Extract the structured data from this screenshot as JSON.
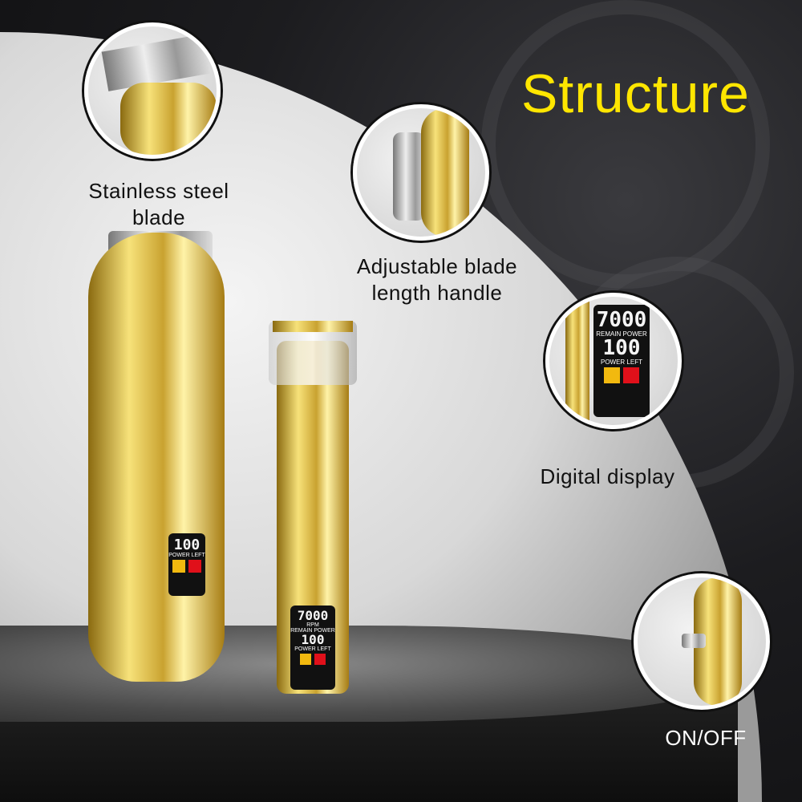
{
  "title": "Structure",
  "callouts": [
    {
      "label_line1": "Stainless steel",
      "label_line2": "blade"
    },
    {
      "label_line1": "Adjustable blade",
      "label_line2": "length handle"
    },
    {
      "label_line1": "Digital display"
    },
    {
      "label_line1": "ON/OFF"
    }
  ],
  "display": {
    "rpm_value": "7000",
    "rpm_unit": "RPM",
    "remain_label": "REMAIN POWER",
    "power_value": "100",
    "power_label": "POWER LEFT",
    "clipper_value": "100",
    "clipper_label": "POWER LEFT"
  },
  "colors": {
    "title": "#ffe600",
    "gold": "#d4af37",
    "background_dark": "#1a1a1c"
  }
}
